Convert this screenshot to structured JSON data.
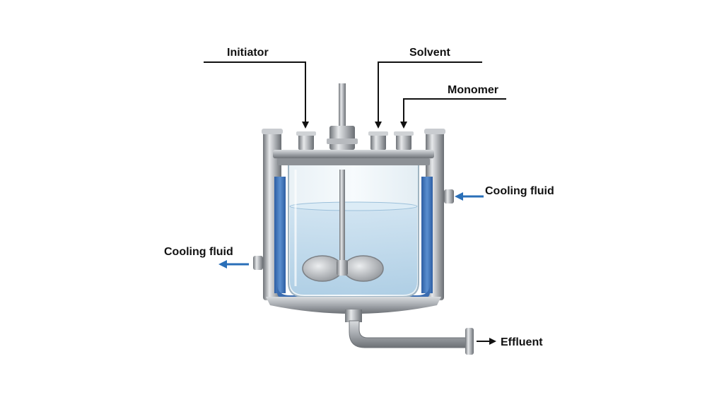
{
  "labels": {
    "initiator": "Initiator",
    "solvent": "Solvent",
    "monomer": "Monomer",
    "cooling_in": "Cooling fluid",
    "cooling_out": "Cooling fluid",
    "effluent": "Effluent"
  },
  "colors": {
    "feed_arrow": "#111111",
    "cooling_arrow": "#2a6fb8",
    "steel": "#a9acb0",
    "jacket": "#3d6fb5",
    "liquid": "#bcd8ec"
  },
  "icons": {
    "reactor": "cstr-reactor-icon",
    "impeller": "impeller-icon"
  }
}
